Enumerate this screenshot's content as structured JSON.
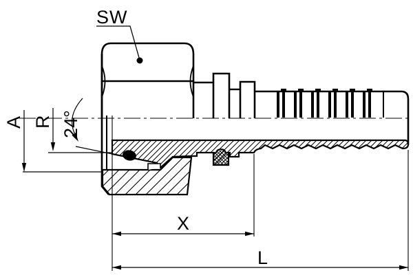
{
  "drawing": {
    "labels": {
      "sw": "SW",
      "a": "A",
      "r": "R",
      "cone_angle": "24°",
      "x": "X",
      "l": "L"
    },
    "colors": {
      "line": "#000000",
      "background": "#ffffff"
    }
  }
}
